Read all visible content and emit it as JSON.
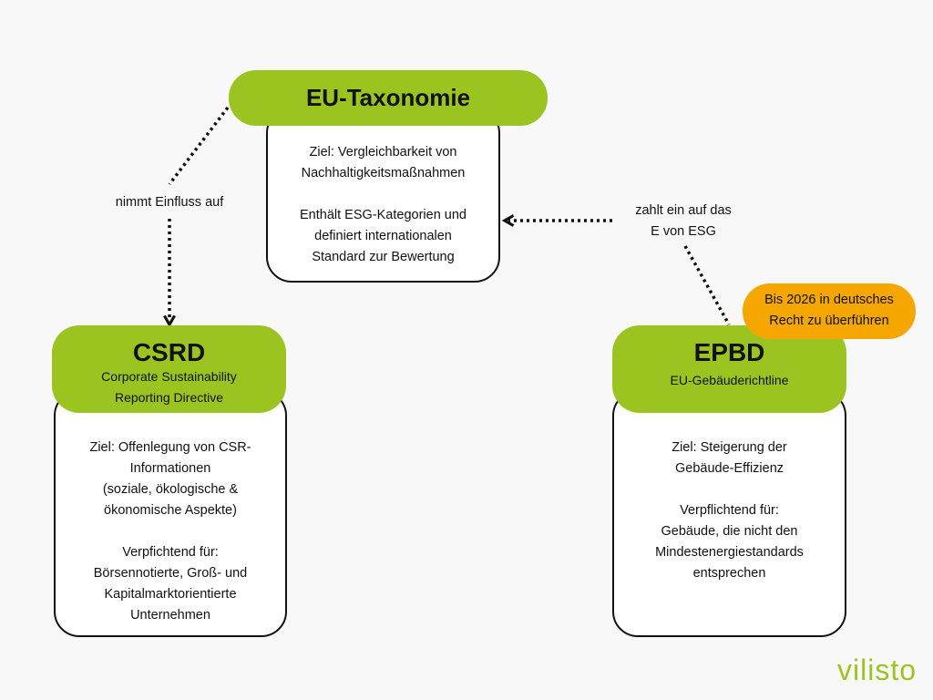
{
  "colors": {
    "accent_green": "#9cc421",
    "accent_orange": "#f5a700",
    "background": "#f8f8f8"
  },
  "eu_taxonomie": {
    "title": "EU-Taxonomie",
    "body": "Ziel: Vergleichbarkeit von\nNachhaltigkeitsmaßnahmen\n\nEnthält ESG-Kategorien und\ndefiniert internationalen\nStandard zur Bewertung"
  },
  "csrd": {
    "title": "CSRD",
    "subtitle": "Corporate Sustainability\nReporting Directive",
    "body": "Ziel: Offenlegung von CSR-\nInformationen\n(soziale, ökologische &\nökonomische Aspekte)\n\nVerpfichtend für:\nBörsennotierte, Groß- und\nKapitalmarktorientierte\nUnternehmen"
  },
  "epbd": {
    "title": "EPBD",
    "subtitle": "EU-Gebäuderichtline",
    "body": "Ziel: Steigerung der\nGebäude-Effizienz\n\nVerpflichtend für:\nGebäude, die nicht den\nMindestenergiestandards\nentsprechen",
    "badge": "Bis 2026 in deutsches\nRecht zu überführen"
  },
  "connectors": {
    "taxonomie_to_csrd": "nimmt Einfluss auf",
    "epbd_to_taxonomie": "zahlt ein auf das\nE von ESG"
  },
  "logo": "vilisto"
}
